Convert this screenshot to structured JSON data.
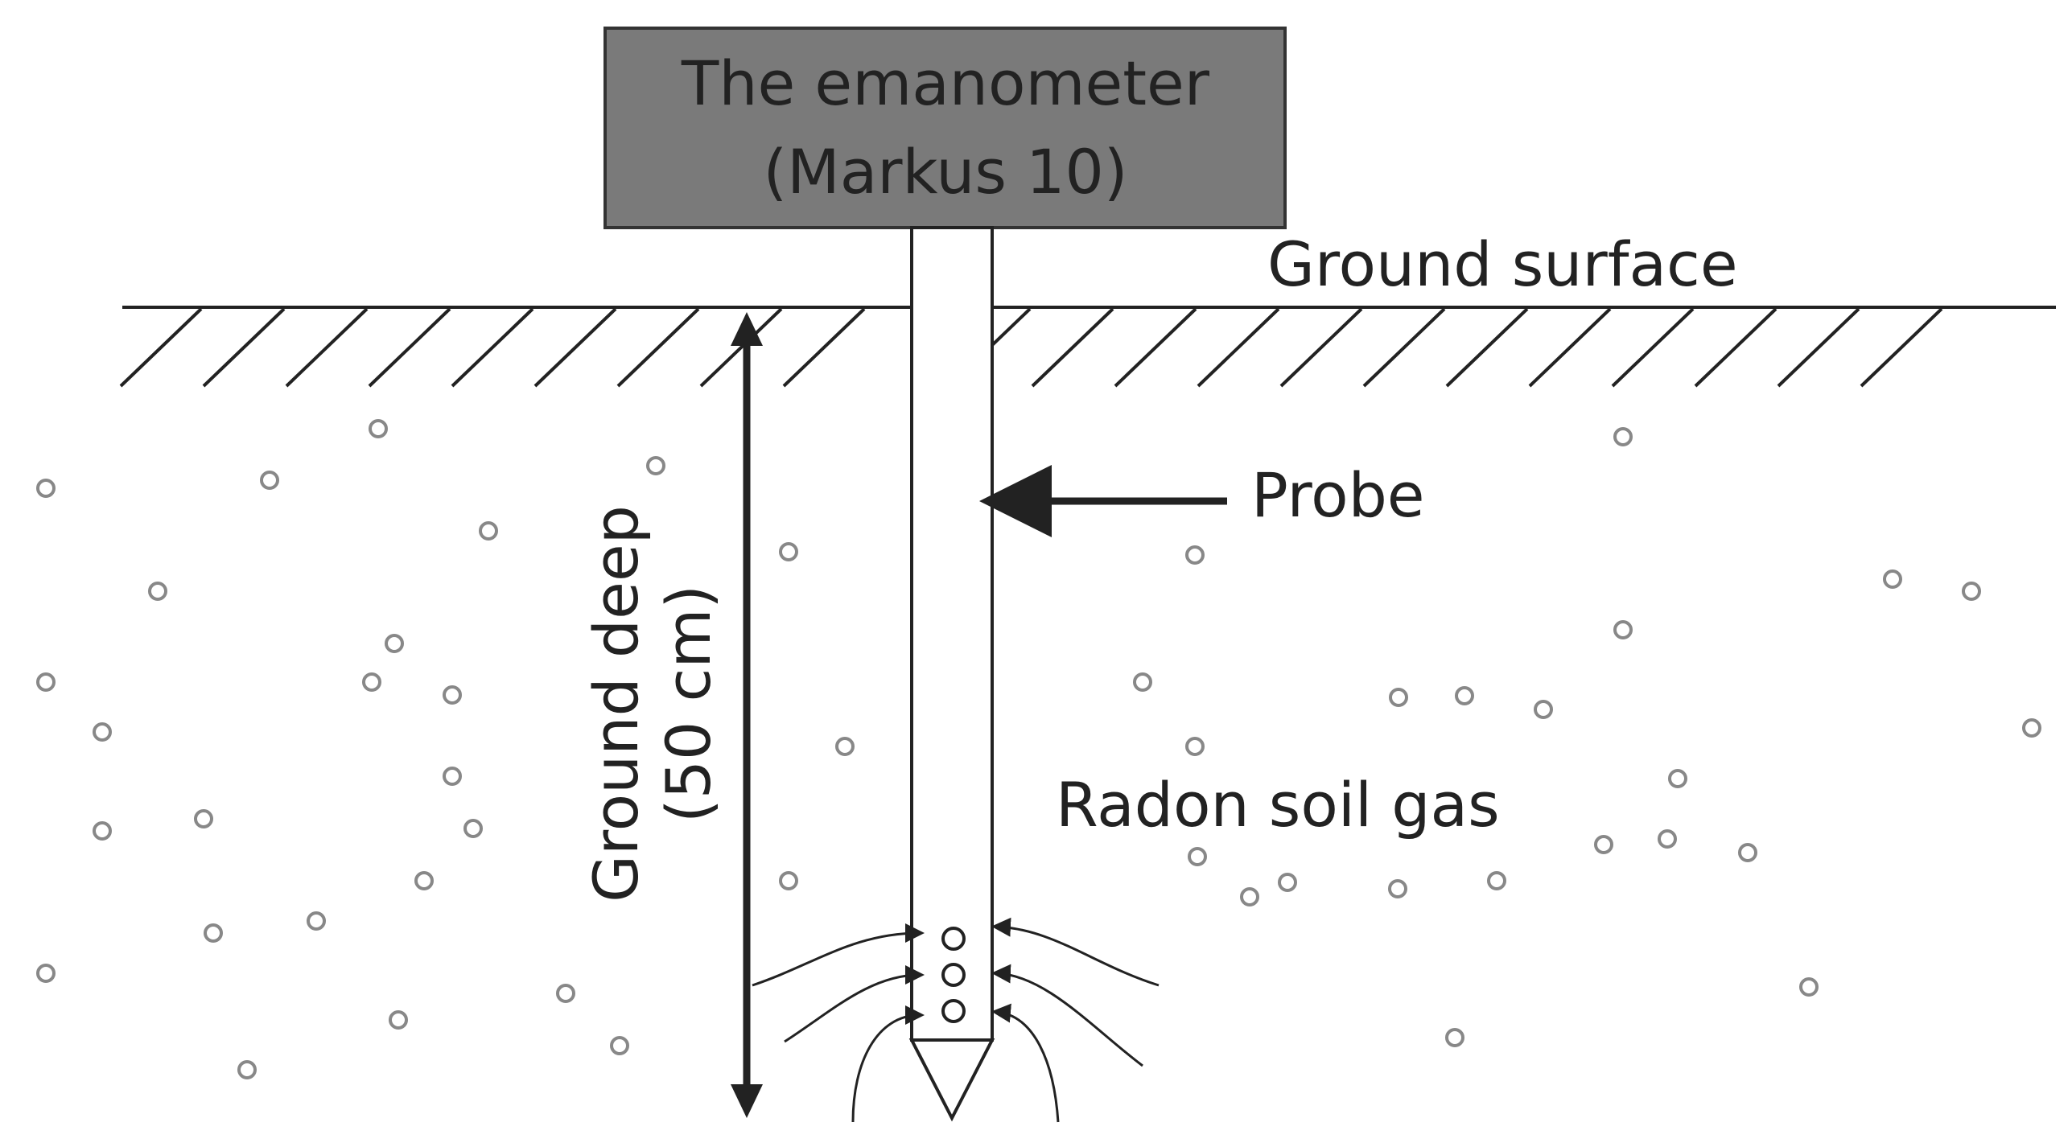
{
  "device": {
    "line1": "The emanometer",
    "line2": "(Markus 10)"
  },
  "labels": {
    "ground_surface": "Ground surface",
    "probe": "Probe",
    "radon": "Radon soil gas",
    "depth_line1": "Ground deep",
    "depth_line2": "(50 cm)"
  },
  "colors": {
    "device_fill": "#7a7a7a",
    "ink": "#222222",
    "gas_particle": "#888888"
  }
}
